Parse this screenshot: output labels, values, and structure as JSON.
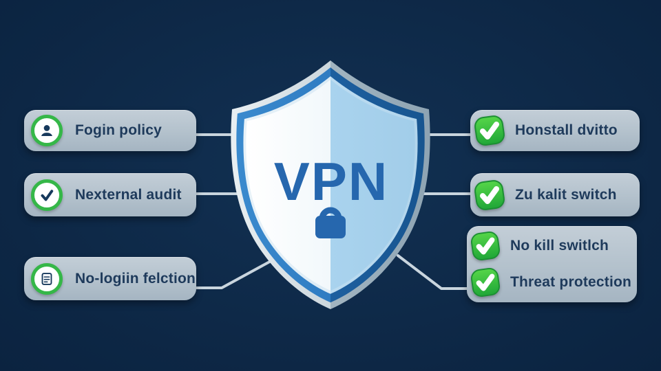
{
  "shield": {
    "label": "VPN",
    "icon": "padlock-icon"
  },
  "left_panels": [
    {
      "icon": "user-icon",
      "label": "Fogin policy"
    },
    {
      "icon": "check-icon",
      "label": "Nexternal audit"
    },
    {
      "icon": "no-log-document-icon",
      "label": "No-logiin felction"
    }
  ],
  "right_panels": [
    {
      "rows": [
        {
          "icon": "check-badge-icon",
          "label": "Honstall dvitto"
        }
      ]
    },
    {
      "rows": [
        {
          "icon": "check-badge-icon",
          "label": "Zu kalit switch"
        }
      ]
    },
    {
      "rows": [
        {
          "icon": "check-badge-icon",
          "label": "No kill switlch"
        },
        {
          "icon": "check-badge-icon",
          "label": "Threat protection"
        }
      ]
    }
  ],
  "colors": {
    "background": "#0e2a4b",
    "panel_fill": "#b3c1cc",
    "panel_text": "#1e3a5b",
    "green_ring": "#35b748",
    "green_badge": "#2fb13e",
    "connector": "#c9d5de",
    "shield_rim_silver": "#cfd9df",
    "shield_band_blue_left": "#2f7cc2",
    "shield_band_blue_right": "#1d5f9f",
    "shield_inner_left": "#f4f9fc",
    "shield_inner_right": "#a9d3ee",
    "vpn_text_blue": "#2667ae"
  }
}
